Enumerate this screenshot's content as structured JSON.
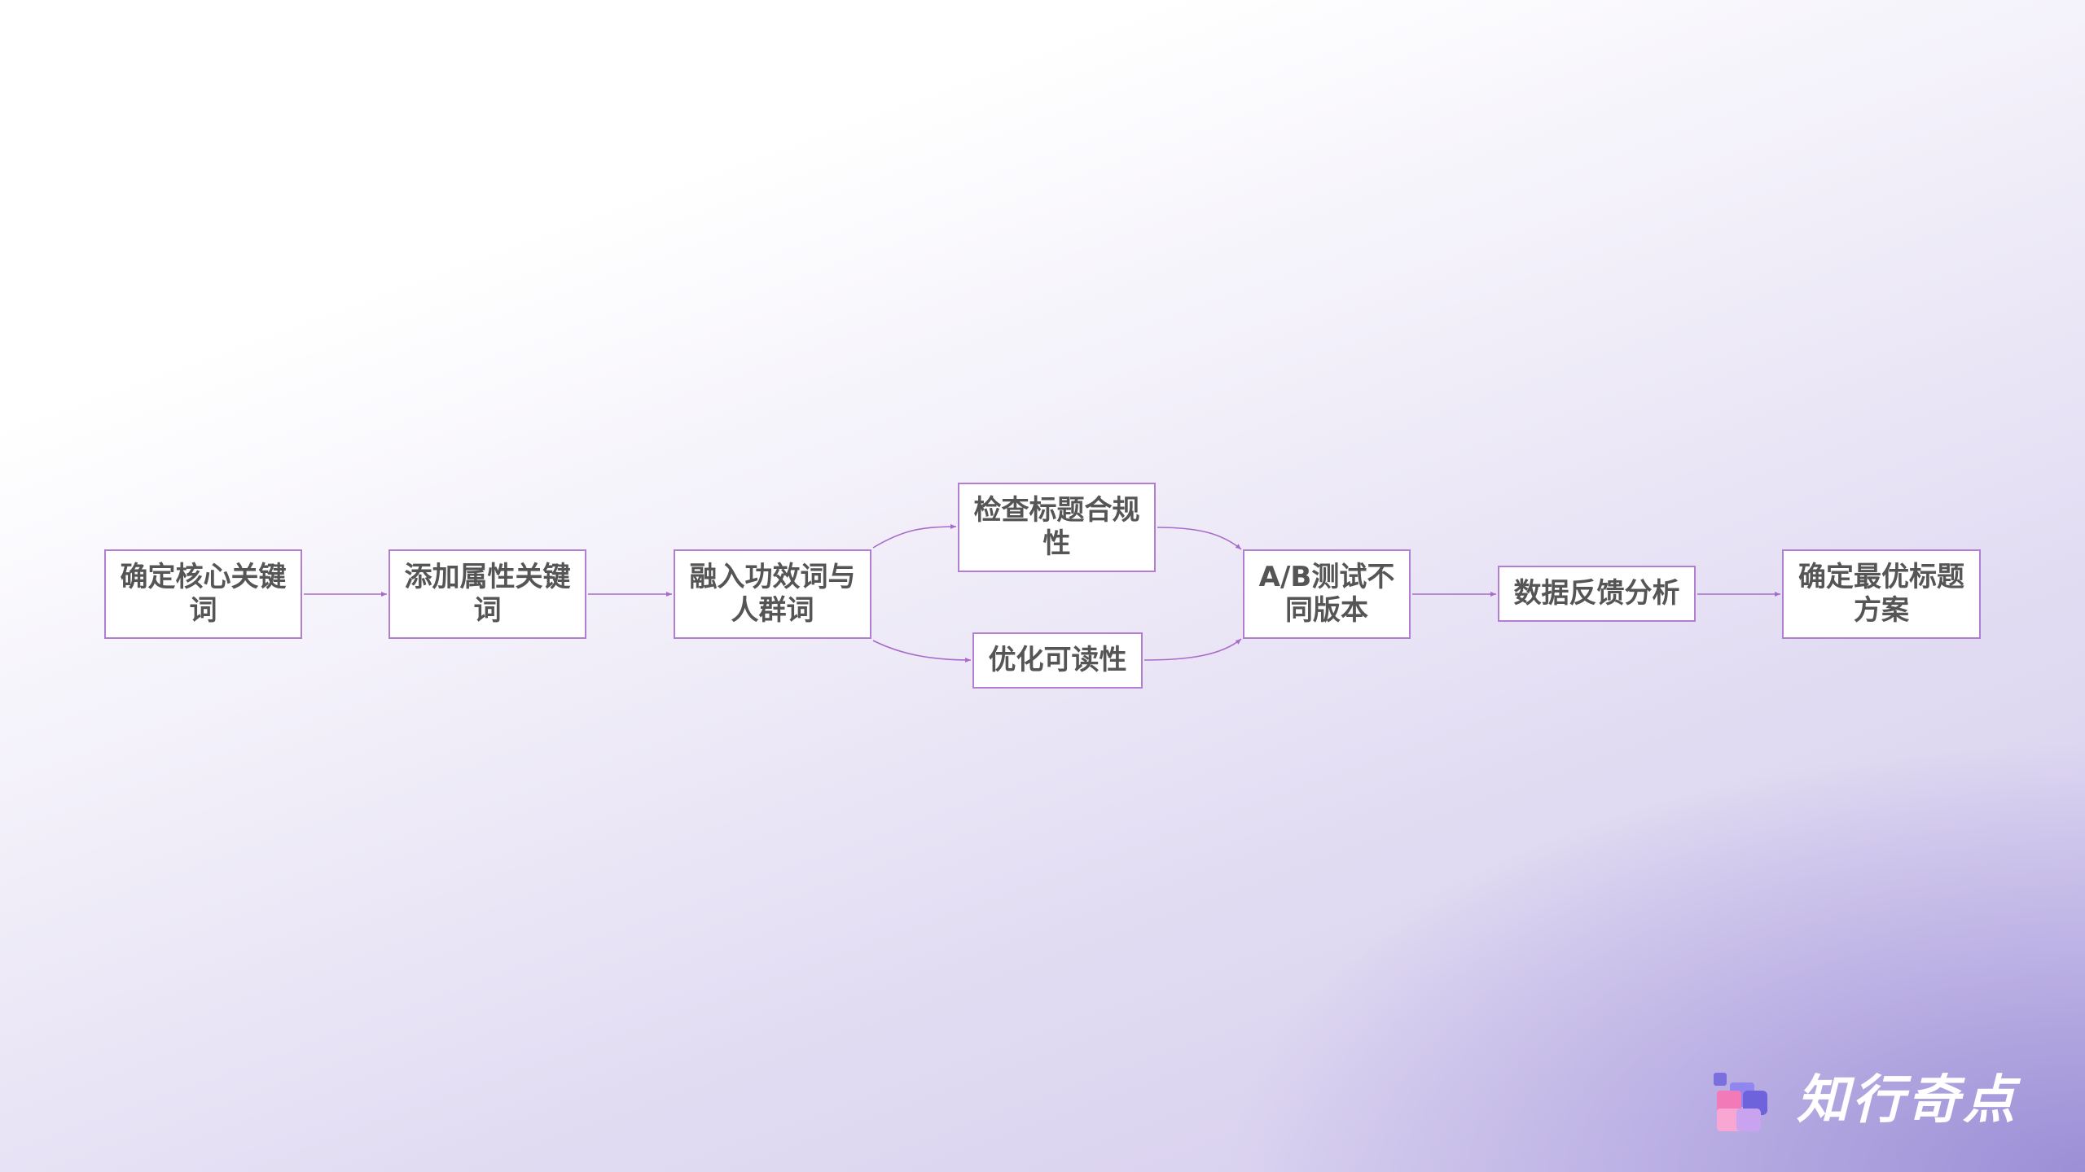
{
  "nodes": {
    "n1": "确定核心关键词",
    "n2": "添加属性关键词",
    "n3": "融入功效词与人群词",
    "n4": "检查标题合规性",
    "n5": "优化可读性",
    "n6": "A/B测试不同版本",
    "n7": "数据反馈分析",
    "n8": "确定最优标题方案"
  },
  "edges": [
    [
      "n1",
      "n2"
    ],
    [
      "n2",
      "n3"
    ],
    [
      "n3",
      "n4"
    ],
    [
      "n3",
      "n5"
    ],
    [
      "n4",
      "n6"
    ],
    [
      "n5",
      "n6"
    ],
    [
      "n6",
      "n7"
    ],
    [
      "n7",
      "n8"
    ]
  ],
  "colors": {
    "node_border": "#b27fd0",
    "connector": "#a86bc9",
    "node_text": "#555555",
    "logo_text": "#ffffff"
  },
  "logo": {
    "text": "知行奇点",
    "icon": "stacked-squares-logo-icon"
  }
}
